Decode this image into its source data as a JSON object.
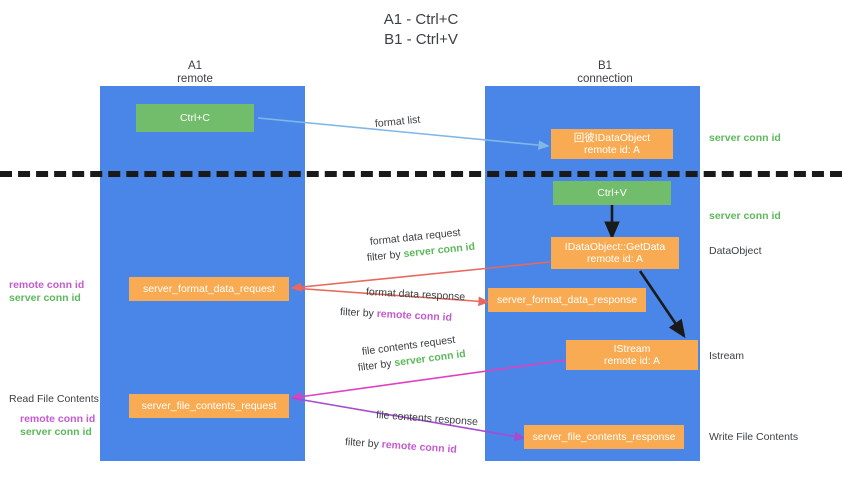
{
  "title": {
    "line1": "A1 - Ctrl+C",
    "line2": "B1 - Ctrl+V"
  },
  "columns": [
    {
      "name": "A1",
      "sub": "remote"
    },
    {
      "name": "B1",
      "sub": "connection"
    }
  ],
  "boxes": {
    "ctrl_c": "Ctrl+C",
    "ctrl_v": "Ctrl+V",
    "idataobject_title": "回彼IDataObject",
    "idataobject_sub": "remote id: A",
    "getdata_title": "IDataObject::GetData",
    "getdata_sub": "remote id: A",
    "istream_title": "IStream",
    "istream_sub": "remote id: A",
    "server_format_data_request": "server_format_data_request",
    "server_format_data_response": "server_format_data_response",
    "server_file_contents_request": "server_file_contents_request",
    "server_file_contents_response": "server_file_contents_response"
  },
  "edge_labels": {
    "format_list": "format list",
    "format_data_request": "format data request",
    "format_data_response": "format data response",
    "file_contents_request": "file contents request",
    "file_contents_response": "file contents response",
    "filter_by": "filter by ",
    "server_conn_id": "server conn id",
    "remote_conn_id": "remote conn id"
  },
  "right_labels": {
    "server_conn_id_top": "server conn id",
    "server_conn_id_mid": "server conn id",
    "dataobject": "DataObject",
    "istream": "Istream",
    "write_file_contents": "Write File Contents"
  },
  "left_labels": {
    "remote_conn_id_1": "remote conn id",
    "server_conn_id_1": "server conn id",
    "read_file_contents": "Read File Contents",
    "remote_conn_id_2": "remote conn id",
    "server_conn_id_2": "server conn id"
  },
  "colors": {
    "band": "#4a86e8",
    "green_box": "#72bd6b",
    "orange_box": "#f9ab53",
    "green_text": "#5db85c",
    "purple_text": "#c45ad0",
    "arrow_blue": "#7fb8e8",
    "arrow_red": "#e8685d",
    "arrow_magenta": "#e040c0",
    "arrow_purple": "#a64bd0",
    "arrow_black": "#1a1a1a"
  }
}
